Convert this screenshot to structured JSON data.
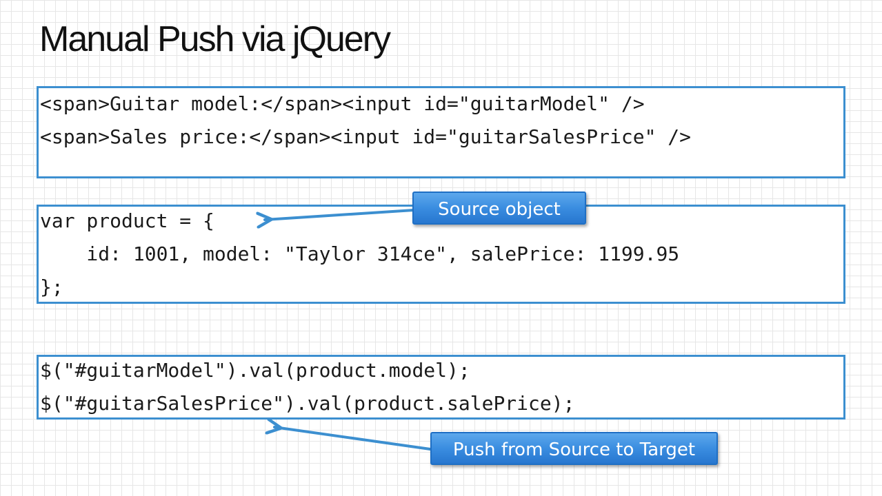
{
  "slide": {
    "title": "Manual Push via jQuery"
  },
  "html_snippet": {
    "lines": [
      "<span>Guitar model:</span><input id=\"guitarModel\" />",
      "<span>Sales price:</span><input id=\"guitarSalesPrice\" />"
    ]
  },
  "object_snippet": {
    "lines": [
      "var product = {",
      "    id: 1001, model: \"Taylor 314ce\", salePrice: 1199.95",
      "};"
    ]
  },
  "push_snippet": {
    "lines": [
      "$(\"#guitarModel\").val(product.model);",
      "$(\"#guitarSalesPrice\").val(product.salePrice);"
    ]
  },
  "callouts": {
    "source_object": "Source object",
    "push_source_target": "Push from Source to Target"
  },
  "colors": {
    "box_border": "#3c8fd0",
    "callout_fill": "#3a8de0",
    "arrow": "#3c8fd0"
  }
}
